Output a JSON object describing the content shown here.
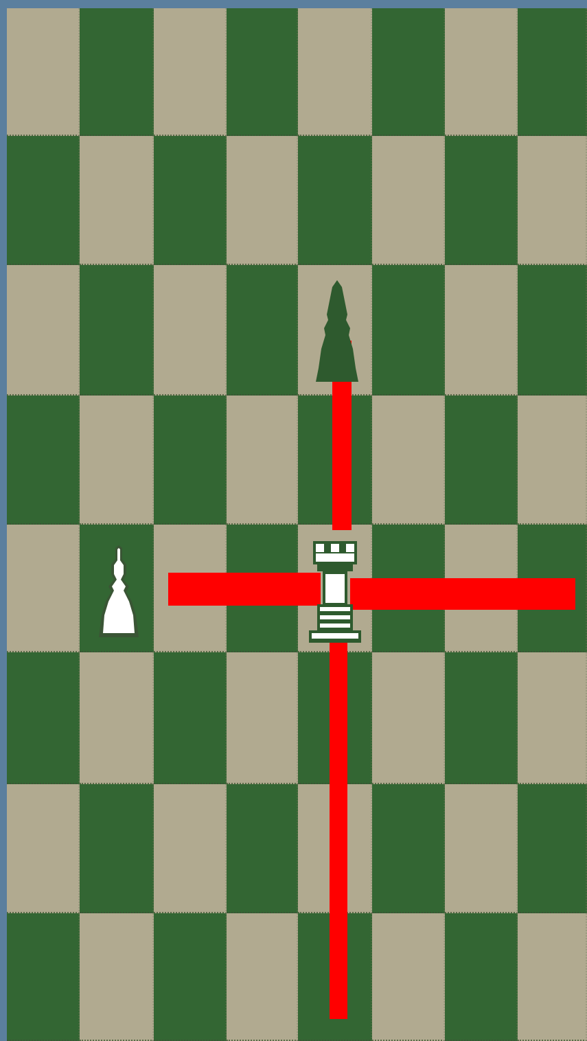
{
  "board": {
    "columns": 8,
    "rows": 8,
    "light_color": "#b1aa90",
    "dark_color": "#336633",
    "top_left_color": "light"
  },
  "pieces": [
    {
      "name": "black-bishop",
      "color": "black",
      "type": "bishop",
      "col": 4,
      "row": 2,
      "icon": "bishop-icon"
    },
    {
      "name": "white-bishop",
      "color": "white",
      "type": "bishop",
      "col": 1,
      "row": 4,
      "icon": "bishop-icon"
    },
    {
      "name": "white-rook",
      "color": "white",
      "type": "rook",
      "col": 4,
      "row": 4,
      "icon": "rook-icon"
    }
  ],
  "move_indicators": {
    "color": "#ff0000",
    "from_piece": "white-rook",
    "directions": [
      "up",
      "left",
      "right",
      "down"
    ]
  }
}
